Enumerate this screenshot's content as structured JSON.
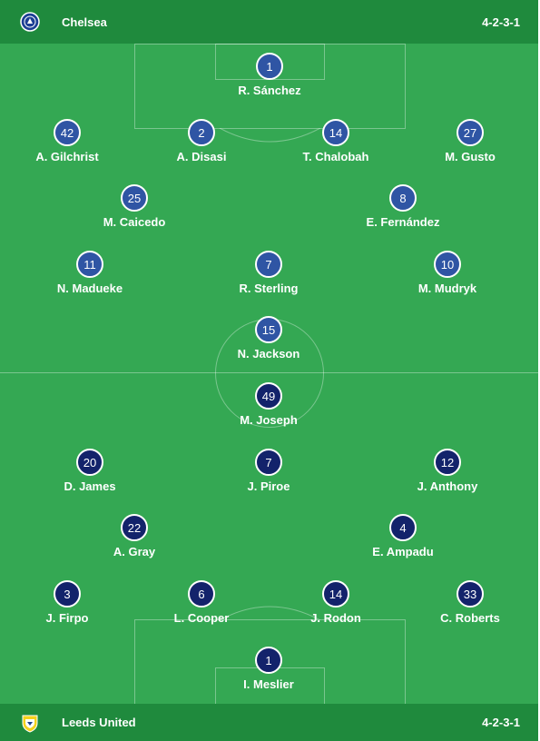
{
  "home": {
    "team": "Chelsea",
    "formation": "4-2-3-1",
    "crest_icon": "chelsea-crest-icon",
    "players": [
      {
        "num": "1",
        "name": "R. Sánchez"
      },
      {
        "num": "42",
        "name": "A. Gilchrist"
      },
      {
        "num": "2",
        "name": "A. Disasi"
      },
      {
        "num": "14",
        "name": "T. Chalobah"
      },
      {
        "num": "27",
        "name": "M. Gusto"
      },
      {
        "num": "25",
        "name": "M. Caicedo"
      },
      {
        "num": "8",
        "name": "E. Fernández"
      },
      {
        "num": "11",
        "name": "N. Madueke"
      },
      {
        "num": "7",
        "name": "R. Sterling"
      },
      {
        "num": "10",
        "name": "M. Mudryk"
      },
      {
        "num": "15",
        "name": "N. Jackson"
      }
    ]
  },
  "away": {
    "team": "Leeds United",
    "formation": "4-2-3-1",
    "crest_icon": "leeds-crest-icon",
    "players": [
      {
        "num": "49",
        "name": "M. Joseph"
      },
      {
        "num": "20",
        "name": "D. James"
      },
      {
        "num": "7",
        "name": "J. Piroe"
      },
      {
        "num": "12",
        "name": "J. Anthony"
      },
      {
        "num": "22",
        "name": "A. Gray"
      },
      {
        "num": "4",
        "name": "E. Ampadu"
      },
      {
        "num": "3",
        "name": "J. Firpo"
      },
      {
        "num": "6",
        "name": "L. Cooper"
      },
      {
        "num": "14",
        "name": "J. Rodon"
      },
      {
        "num": "33",
        "name": "C. Roberts"
      },
      {
        "num": "1",
        "name": "I. Meslier"
      }
    ]
  },
  "colors": {
    "pitch": "#34a853",
    "header_bar": "#1f8a3d",
    "home_kit": "#2f55a4",
    "away_kit": "#13236b"
  }
}
